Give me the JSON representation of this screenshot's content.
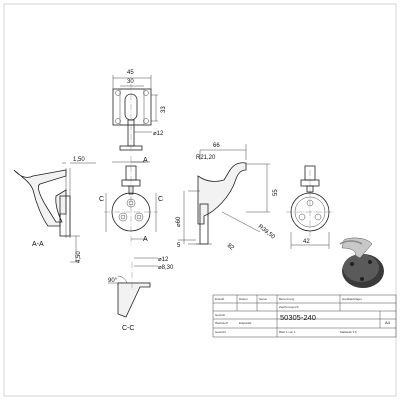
{
  "views": {
    "section_aa": {
      "label": "A-A",
      "dims": {
        "lip": "1,50",
        "thick": "4,50"
      }
    },
    "top": {
      "dims": {
        "w_outer": "45",
        "w_inner": "30",
        "h": "33",
        "dia": "12"
      }
    },
    "front": {
      "dims": {
        "dia": "60"
      },
      "section_marks": {
        "a_top": "A",
        "a_bottom": "A",
        "c_left": "C",
        "c_right": "C"
      }
    },
    "side": {
      "dims": {
        "width": "66",
        "height": "55",
        "r_small": "R21,20",
        "r_large": "R39,50",
        "base": "5",
        "diag": "82"
      }
    },
    "end": {
      "dims": {
        "width": "42"
      }
    },
    "section_cc": {
      "label": "C-C",
      "dims": {
        "angle": "90°",
        "dia_outer": "12",
        "dia_inner": "8,30"
      }
    }
  },
  "title_block": {
    "part_number": "50305-240",
    "scale": "A4",
    "small_text": [
      "Erstellt",
      "Datum",
      "Name",
      "Geprüft",
      "Benennung",
      "Handlaufträger",
      "Zeichnungs-Nr.",
      "Blatt 1 von 1",
      "Werkstoff",
      "Gewicht",
      "Maßstab 1:5",
      "Edelstahl"
    ]
  },
  "colors": {
    "line": "#222222",
    "paper": "#ffffff",
    "render_dark": "#3a3a3a",
    "render_light": "#c8c8c8"
  }
}
